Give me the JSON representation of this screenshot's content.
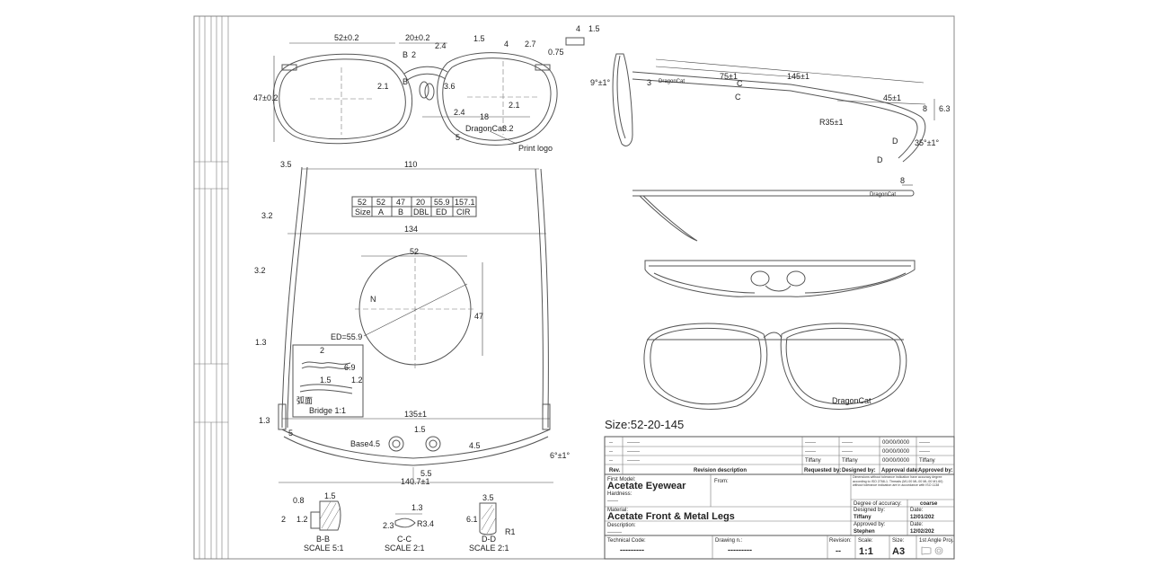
{
  "front_view": {
    "lens_width": "52±0.2",
    "bridge": "20±0.2",
    "lens_height": "47±0.2",
    "dims": [
      "1.5",
      "4",
      "2.7",
      "2.4",
      "2",
      "3.6",
      "2.4",
      "18",
      "3.2",
      "5",
      "2.1",
      "2",
      "4",
      "1.5",
      "0.75"
    ],
    "label_b": "B",
    "brand": "DragonCat",
    "print_logo": "Print logo"
  },
  "top_view": {
    "overall_width_1": "110",
    "overall_width_2": "134",
    "front_width": "135±1",
    "total_width": "140.7±1",
    "base": "Base4.5",
    "side_dims": [
      "3.5",
      "3.2",
      "3.2",
      "1.3",
      "1.3",
      "5",
      "1.5",
      "4.5",
      "5.5"
    ],
    "angle": "6°±1°"
  },
  "size_table": {
    "values": [
      "52",
      "52",
      "47",
      "20",
      "55.9",
      "157.1"
    ],
    "headers": [
      "Size",
      "A",
      "B",
      "DBL",
      "ED",
      "CIR"
    ]
  },
  "lens_detail": {
    "width": "52",
    "height": "47",
    "n_label": "N",
    "ed": "ED=55.9"
  },
  "bridge_detail": {
    "dims": [
      "2",
      "6.9",
      "1.5",
      "1.2"
    ],
    "curve_label": "弧面",
    "caption": "Bridge 1:1"
  },
  "sections": [
    {
      "caption": "B-B",
      "scale": "SCALE 5:1",
      "dims": [
        "0.8",
        "1.5",
        "2",
        "1.2"
      ]
    },
    {
      "caption": "C-C",
      "scale": "SCALE 2:1",
      "dims": [
        "1.3",
        "2.3",
        "R3.4"
      ]
    },
    {
      "caption": "D-D",
      "scale": "SCALE 2:1",
      "dims": [
        "3.5",
        "6.1",
        "R1"
      ]
    }
  ],
  "side_view": {
    "dims": [
      "9°±1°",
      "3",
      "75±1",
      "145±1",
      "45±1",
      "8",
      "6.3",
      "R35±1",
      "35°±1°"
    ],
    "c_label": "C",
    "d_label": "D",
    "brand": "DragonCat",
    "temple_dim": "8",
    "temple_brand": "DragonCat"
  },
  "size_label": "Size:52-20-145",
  "title_block": {
    "revision_rows": [
      {
        "rev": "--",
        "desc": "-------",
        "req": "------",
        "by": "------",
        "date": "00/00/0000",
        "appr": "------"
      },
      {
        "rev": "--",
        "desc": "-------",
        "req": "------",
        "by": "------",
        "date": "00/00/0000",
        "appr": "------"
      },
      {
        "rev": "--",
        "desc": "-------",
        "req": "Tiffany",
        "by": "Tiffany",
        "date": "00/00/0000",
        "appr": "Tiffany"
      }
    ],
    "headers": [
      "Rev.",
      "Revision description",
      "Requested by:",
      "Designed by:",
      "Approval date:",
      "Approved by:"
    ],
    "first_model_label": "First Model:",
    "first_model": "Acetate Eyewear",
    "from_label": "From:",
    "hardness_label": "Hardness:",
    "hardness": "------",
    "material_label": "Material:",
    "material": "Acetate Front & Metal Legs",
    "description_label": "Description:",
    "description": "--------",
    "technical_code_label": "Technical Code:",
    "technical_code": "---------",
    "drawing_label": "Drawing n.:",
    "drawing": "---------",
    "revision_label": "Revision:",
    "revision": "--",
    "scale_label": "Scale:",
    "scale": "1:1",
    "size_label": "Size:",
    "size": "A3",
    "angle_proj": "1st Angle Proj.",
    "tolerance_note": "Dimensions without tolerance indication have accuracy degree according to ISO 2768-1. Threads (M1.00 ML.00 ML.00 M1.60) without tolerance indication are in accordance with ISO 1138",
    "accuracy_label": "Degree of accuracy:",
    "accuracy": "coarse",
    "designed_label": "Designed by:",
    "designed": "Tiffany",
    "date_label": "Date:",
    "designed_date": "12/01/202",
    "approved_label": "Approved by:",
    "approved": "Stephen",
    "approved_date": "12/02/202"
  }
}
